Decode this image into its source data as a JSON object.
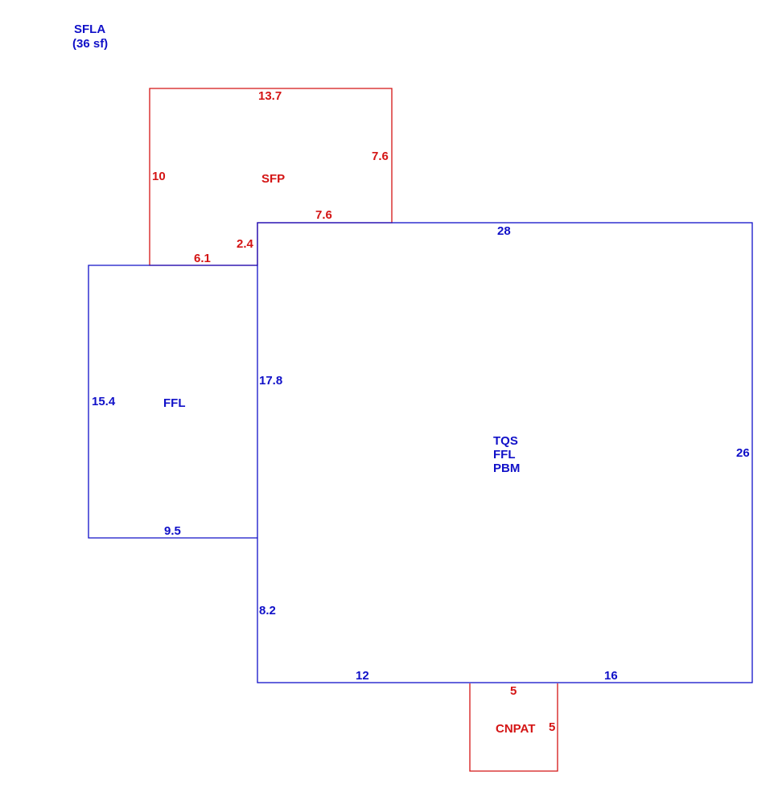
{
  "header": {
    "area_label": "SFLA",
    "area_value": "(36 sf)"
  },
  "colors": {
    "living": "#1010c8",
    "porch": "#d41414"
  },
  "areas": {
    "sfp": {
      "code": "SFP",
      "dims": {
        "top": "13.7",
        "left": "10",
        "right": "7.6",
        "bottom_right": "7.6",
        "step": "2.4",
        "bottom_left": "6.1"
      }
    },
    "left_wing": {
      "code": "FFL",
      "dims": {
        "left": "15.4",
        "bottom": "9.5"
      }
    },
    "main": {
      "codes": [
        "TQS",
        "FFL",
        "PBM"
      ],
      "dims": {
        "top": "28",
        "left_upper": "17.8",
        "left_lower": "8.2",
        "right": "26",
        "bottom_left": "12",
        "bottom_right": "16"
      }
    },
    "cnpat": {
      "code": "CNPAT",
      "dims": {
        "top": "5",
        "right": "5"
      }
    }
  }
}
